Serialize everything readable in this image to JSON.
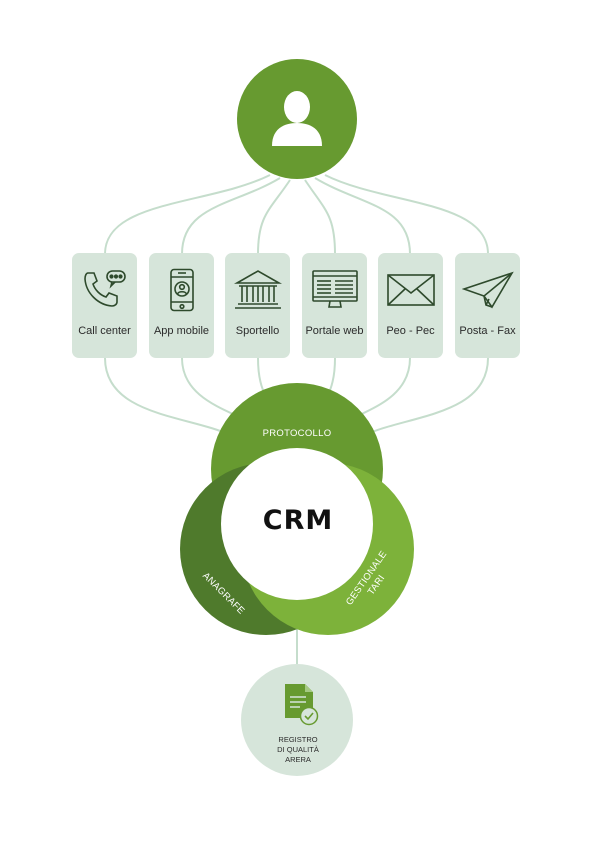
{
  "user": {
    "icon": "user-icon"
  },
  "channels": [
    {
      "label": "Call center",
      "icon": "phone-chat-icon"
    },
    {
      "label": "App mobile",
      "icon": "smartphone-icon"
    },
    {
      "label": "Sportello",
      "icon": "bank-building-icon"
    },
    {
      "label": "Portale web",
      "icon": "web-portal-icon"
    },
    {
      "label": "Peo - Pec",
      "icon": "envelope-icon"
    },
    {
      "label": "Posta - Fax",
      "icon": "paper-plane-icon"
    }
  ],
  "crm": {
    "title": "CRM",
    "modules": {
      "top": "PROTOCOLLO",
      "left": "ANAGRAFE",
      "right": "GESTIONALE\nTARI"
    }
  },
  "registro": {
    "label": "REGISTRO\nDI QUALITÀ\nARERA",
    "icon": "document-check-icon"
  },
  "colors": {
    "green_dark": "#4f7a2c",
    "green_mid": "#679a30",
    "green_light": "#7db23a",
    "pale_green": "#d6e5da",
    "connector": "#c5ddcc"
  }
}
